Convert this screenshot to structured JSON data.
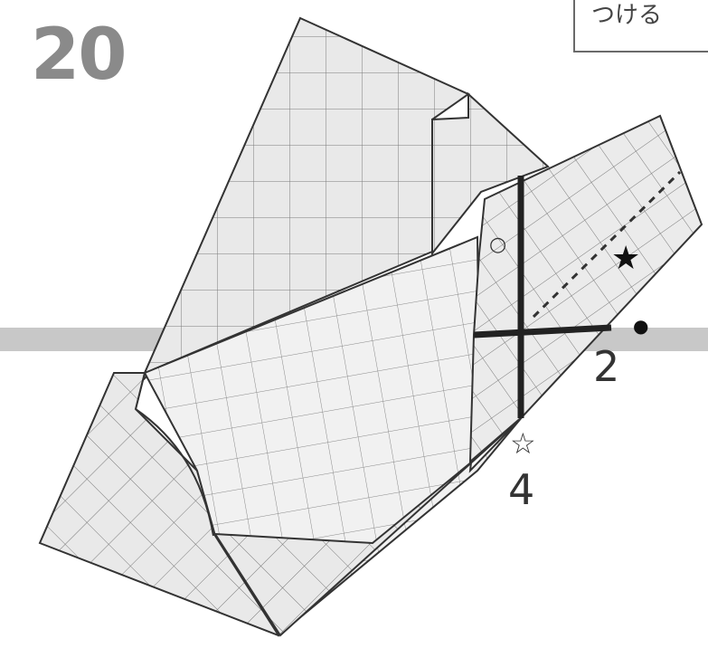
{
  "diagram": {
    "step_number": "20",
    "note_text": "つける",
    "marker_labels": {
      "two": "2",
      "four": "4"
    },
    "symbols": {
      "filled_star": "★",
      "hollow_star": "☆",
      "filled_dot": "●",
      "hollow_circle": "○"
    },
    "colors": {
      "paper_fill": "#e9e9e9",
      "paper_light": "#f3f3f3",
      "line": "#333333",
      "grid": "#7a7a7a",
      "guide_band": "#c8c8c8",
      "step_number": "#8a8a8a"
    }
  }
}
